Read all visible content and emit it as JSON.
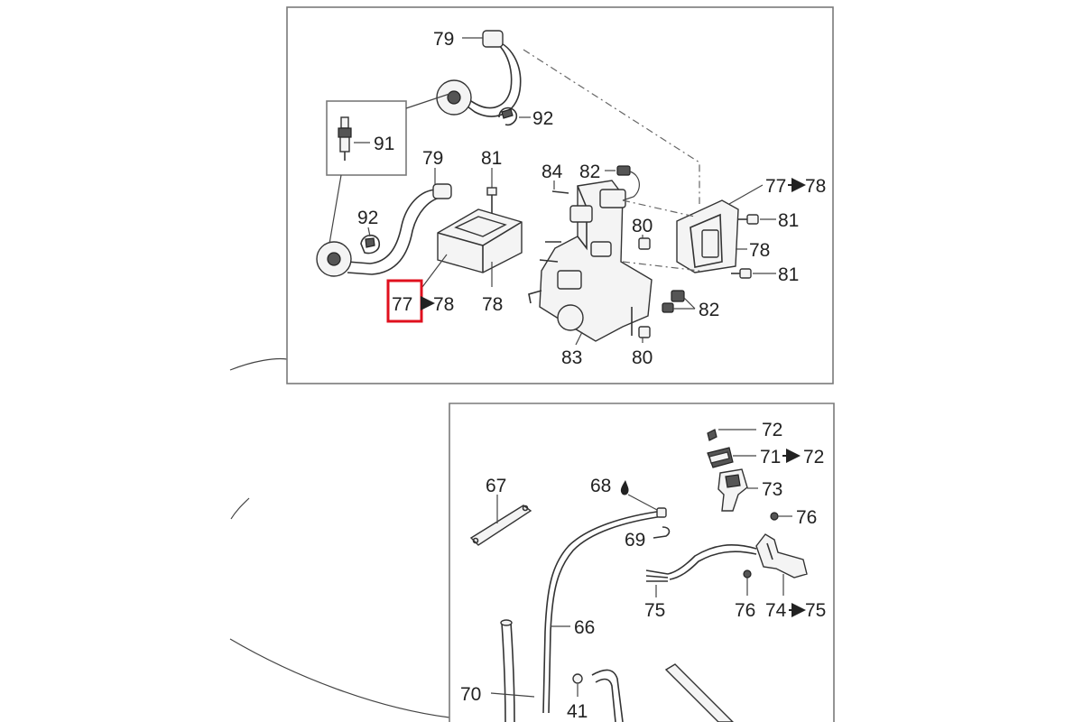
{
  "colors": {
    "highlight": "#e0101e",
    "line": "#333333",
    "panel_border": "#7a7a7a"
  },
  "labels": {
    "top_79": "79",
    "top_92": "92",
    "top_91": "91",
    "mid_79": "79",
    "top_81": "81",
    "top_84": "84",
    "top_82": "82",
    "right_77": "77",
    "right_78": "78",
    "left_92": "92",
    "mid_80": "80",
    "right_81a": "81",
    "right_78b": "78",
    "right_81b": "81",
    "hl_77": "77",
    "hl_78": "78",
    "coil_78": "78",
    "bot_82": "82",
    "bot_83": "83",
    "bot_80": "80",
    "p72": "72",
    "p71": "71",
    "p71_72": "72",
    "p67": "67",
    "p68": "68",
    "p73": "73",
    "p76a": "76",
    "p69": "69",
    "p75": "75",
    "p76b": "76",
    "p74": "74",
    "p74_75": "75",
    "p66": "66",
    "p70": "70",
    "p41": "41"
  }
}
